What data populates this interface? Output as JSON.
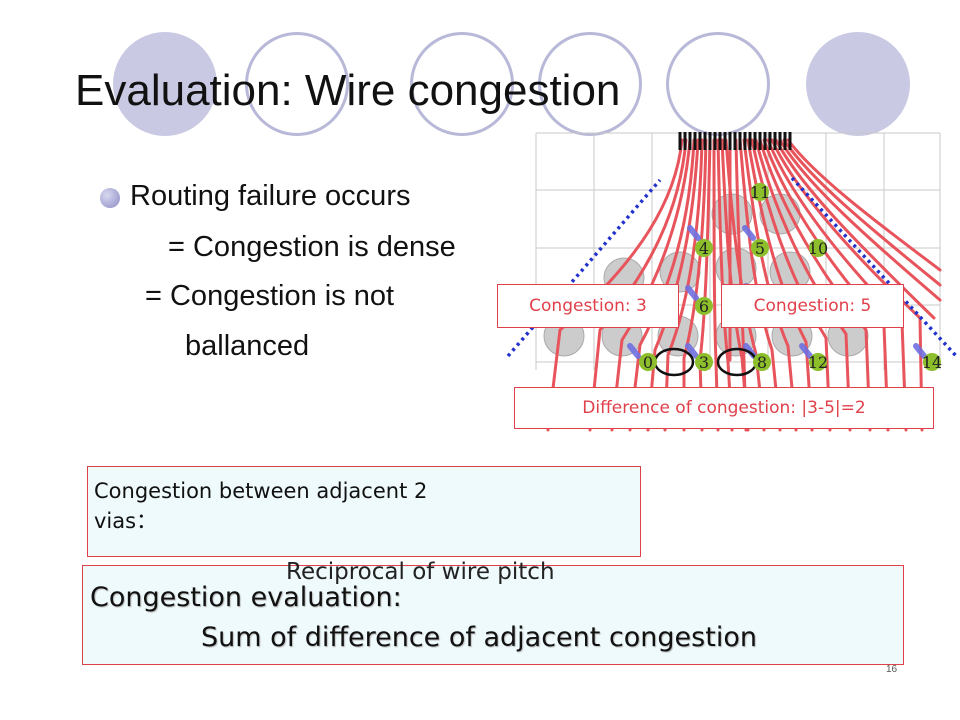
{
  "slide": {
    "title": "Evaluation: Wire congestion",
    "page_number": "16"
  },
  "bullets": {
    "main": "Routing failure occurs",
    "line2": "= Congestion is dense",
    "line3": "= Congestion is not",
    "line4": "ballanced"
  },
  "diagram": {
    "via_labels": [
      "11",
      "4",
      "5",
      "10",
      "6",
      "0",
      "3",
      "8",
      "12",
      "14"
    ],
    "callout_left": "Congestion: 3",
    "callout_right": "Congestion: 5",
    "callout_difference": "Difference of congestion: |3-5|=2",
    "colors": {
      "wire": "#e8545c",
      "via": "#8cbf2b",
      "grid": "#c8c8c8",
      "diagonal": "#2233cc",
      "pad": "#cccccc"
    }
  },
  "boxes": {
    "top_line1": "Congestion between adjacent 2",
    "top_line2": "vias：",
    "top_line3": "Reciprocal of wire pitch",
    "bottom_line1": "Congestion evaluation:",
    "bottom_line2": "Sum of difference of adjacent congestion"
  },
  "decor": {
    "accent": "#c9c9e3"
  }
}
